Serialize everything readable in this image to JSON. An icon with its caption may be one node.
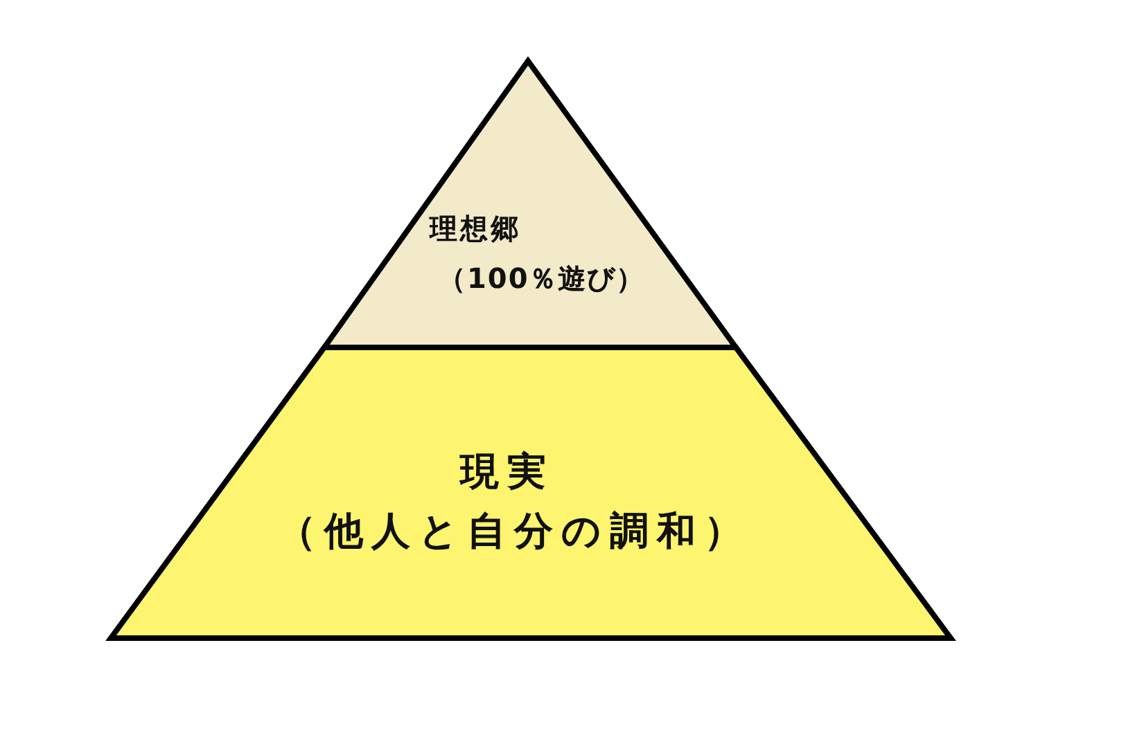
{
  "diagram": {
    "nodes": [
      {
        "text": [
          "理想郷",
          "（100％遊び）"
        ]
      },
      {
        "text": [
          "現実",
          "（他人と自分の調和）"
        ]
      }
    ]
  }
}
